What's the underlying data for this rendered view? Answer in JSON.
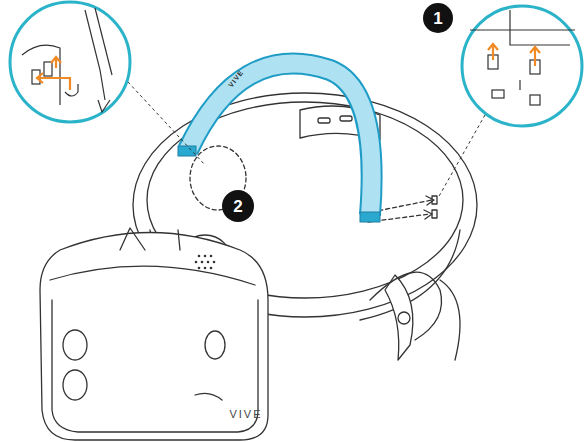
{
  "diagram": {
    "labels": [
      "1",
      "2",
      "VIVE",
      "VIVE"
    ]
  }
}
